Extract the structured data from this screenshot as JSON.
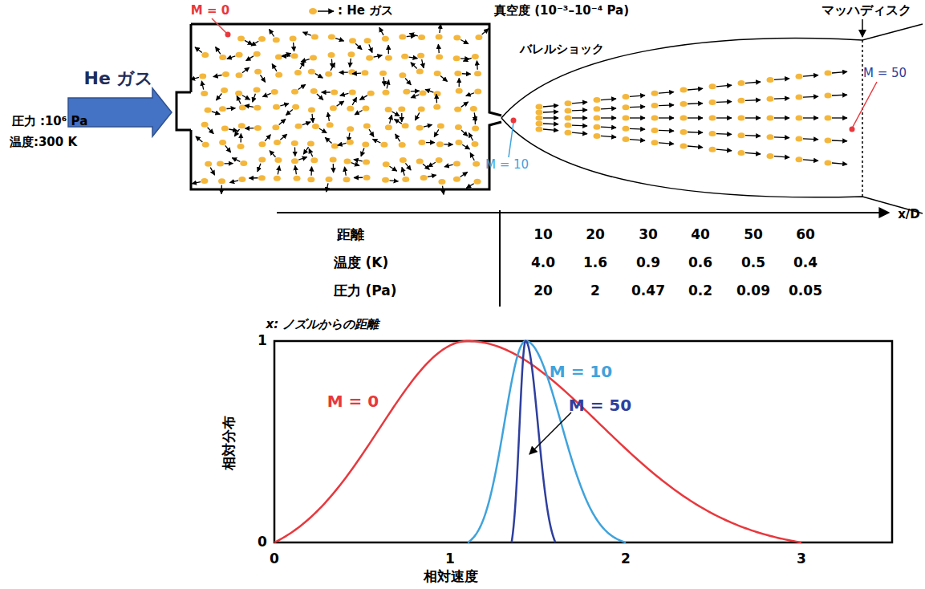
{
  "diagram": {
    "labels": [
      "M = 0",
      "真空度 (10⁻³–10⁻⁴ Pa)",
      "マッハディスク",
      "He ガス",
      "バレルショック",
      "圧力 :10⁶ Pa",
      "温度:300 K",
      "M = 10",
      "M = 50",
      "x/D",
      "距離",
      "10",
      "20",
      "30",
      "40",
      "50",
      "60",
      "温度 (K)",
      "4.0",
      "1.6",
      "0.9",
      "0.6",
      "0.5",
      "0.4",
      "圧力 (Pa)",
      "20",
      "2",
      "0.47",
      "0.2",
      "0.09",
      "0.05",
      "x: ノズルからの距離",
      "1",
      "0",
      "0",
      "1",
      "2",
      "3",
      "相対分布",
      "相対速度",
      "M = 0",
      "M = 10",
      "M = 50"
    ],
    "legend": [
      {
        "text": ": He ガス"
      }
    ]
  }
}
